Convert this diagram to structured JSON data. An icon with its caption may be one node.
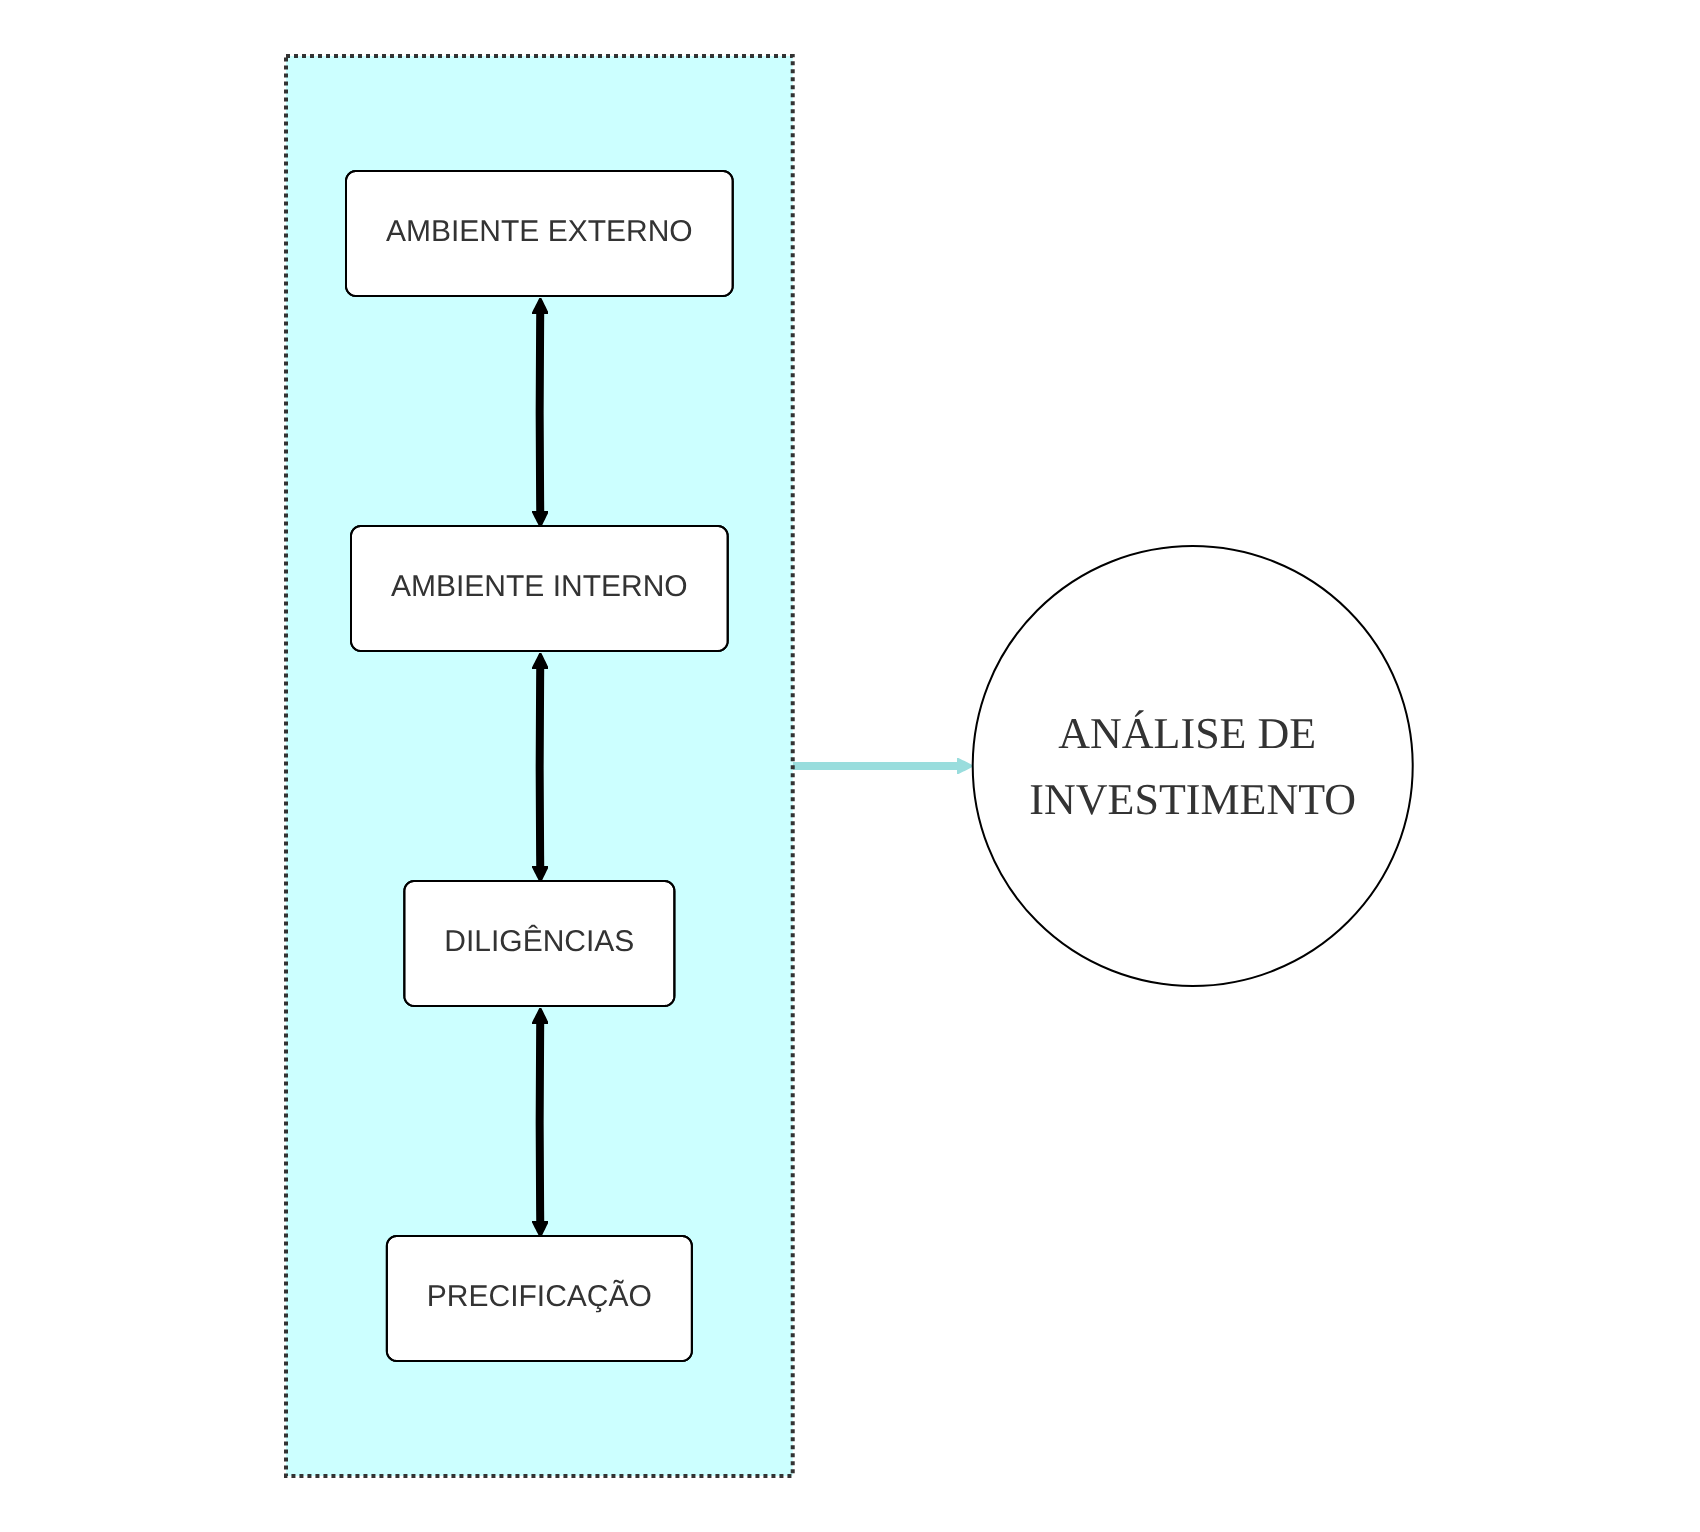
{
  "diagram": {
    "nodes": [
      {
        "text": [],
        "shape": "box"
      },
      {
        "text": [
          "AMBIENTE EXTERNO"
        ],
        "in": 0
      },
      {
        "text": [
          "AMBIENTE INTERNO"
        ],
        "in": 0
      },
      {
        "text": [
          "DILIGÊNCIAS"
        ],
        "in": 0
      },
      {
        "text": [
          "PRECIFICAÇÃO"
        ],
        "in": 0
      },
      {
        "text": [
          "ANÁLISE DE INVESTIMENTO"
        ]
      }
    ],
    "edges": [
      {
        "from": 1,
        "to": 2,
        "arrow": "both"
      },
      {
        "from": 2,
        "to": 3,
        "arrow": "both"
      },
      {
        "from": 3,
        "to": 4,
        "arrow": "both"
      },
      {
        "from": 0,
        "to": 5,
        "arrow": "to",
        "color": "#99dddd"
      }
    ]
  }
}
